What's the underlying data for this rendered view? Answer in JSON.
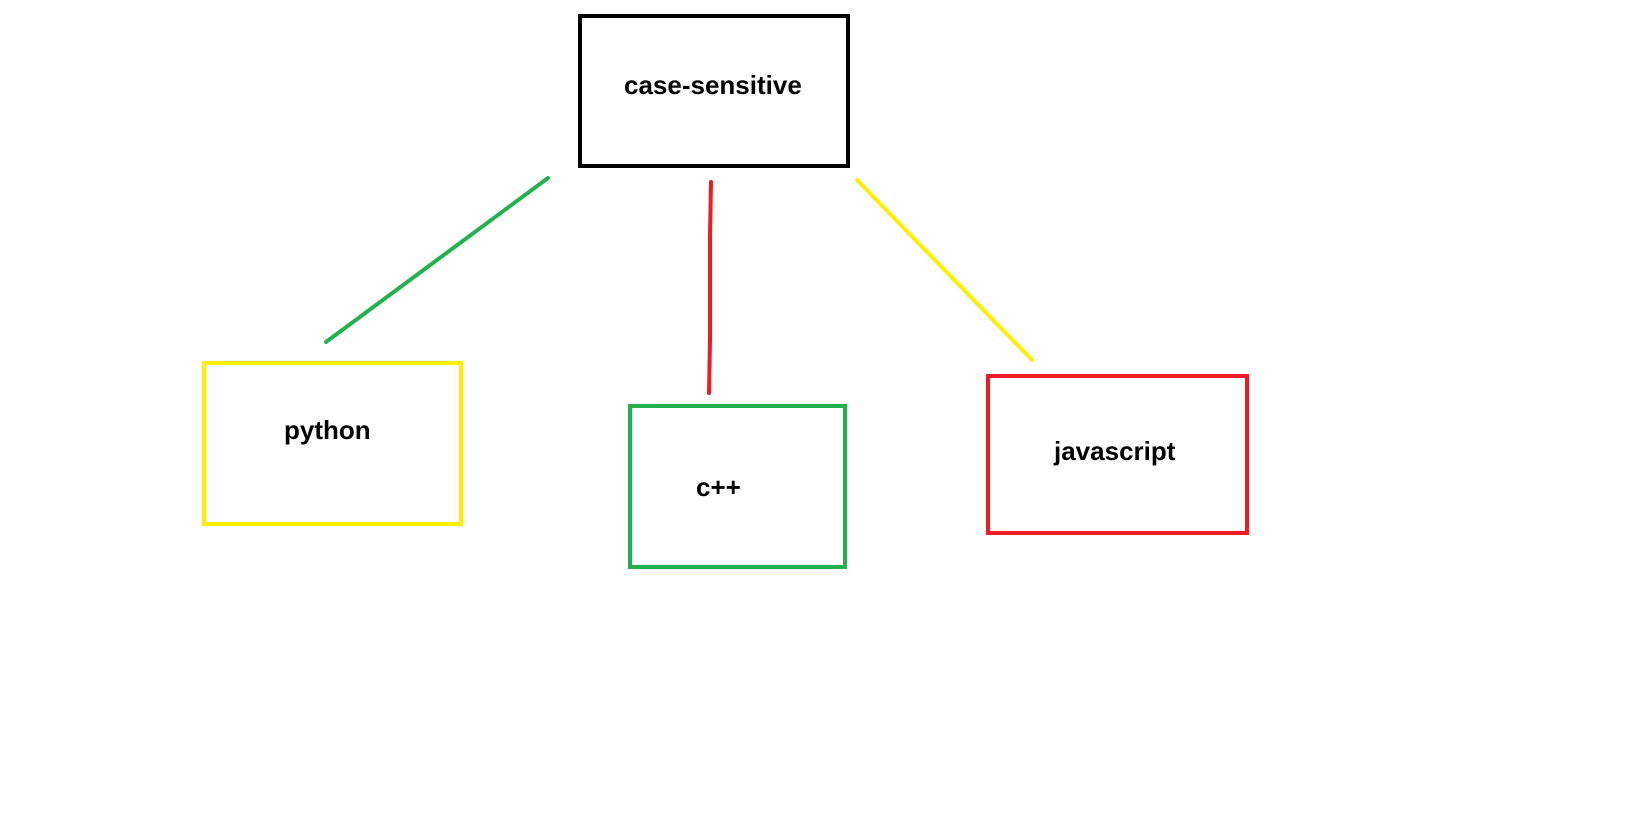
{
  "diagram": {
    "root": {
      "label": "case-sensitive",
      "border_color": "#000000"
    },
    "children": [
      {
        "id": "python",
        "label": "python",
        "border_color": "#ffee00",
        "connector_color": "#22b14c"
      },
      {
        "id": "cpp",
        "label": "c++",
        "border_color": "#22b14c",
        "connector_color": "#ed1c24"
      },
      {
        "id": "javascript",
        "label": "javascript",
        "border_color": "#ed1c24",
        "connector_color": "#ffee00"
      }
    ]
  }
}
